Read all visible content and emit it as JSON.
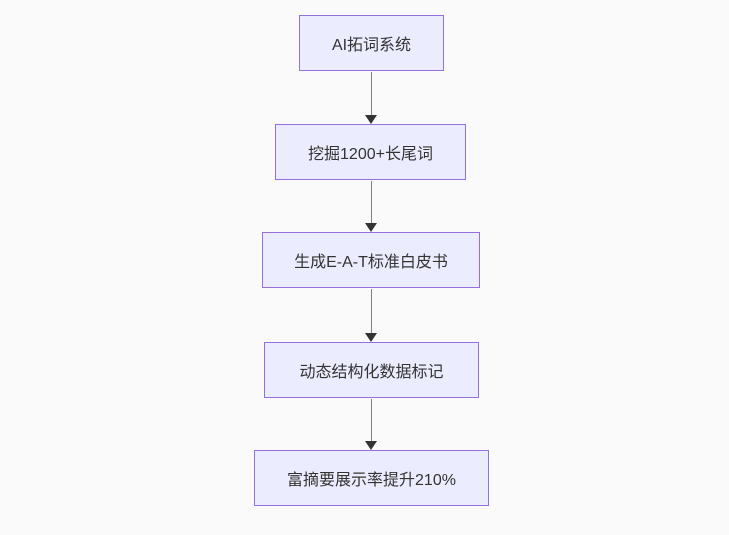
{
  "diagram": {
    "type": "flowchart",
    "direction": "top-down",
    "nodes": [
      {
        "id": "node-1",
        "label": "AI拓词系统"
      },
      {
        "id": "node-2",
        "label": "挖掘1200+长尾词"
      },
      {
        "id": "node-3",
        "label": "生成E-A-T标准白皮书"
      },
      {
        "id": "node-4",
        "label": "动态结构化数据标记"
      },
      {
        "id": "node-5",
        "label": "富摘要展示率提升210%"
      }
    ],
    "edges": [
      {
        "from": "node-1",
        "to": "node-2",
        "style": "arrow-down"
      },
      {
        "from": "node-2",
        "to": "node-3",
        "style": "arrow-down"
      },
      {
        "from": "node-3",
        "to": "node-4",
        "style": "arrow-down"
      },
      {
        "from": "node-4",
        "to": "node-5",
        "style": "arrow-down"
      }
    ],
    "colors": {
      "background": "#fafafa",
      "node_fill": "#ECECFF",
      "node_border": "#9370DB",
      "node_text": "#333333",
      "arrow_line": "#808080",
      "arrow_head": "#333333"
    }
  }
}
